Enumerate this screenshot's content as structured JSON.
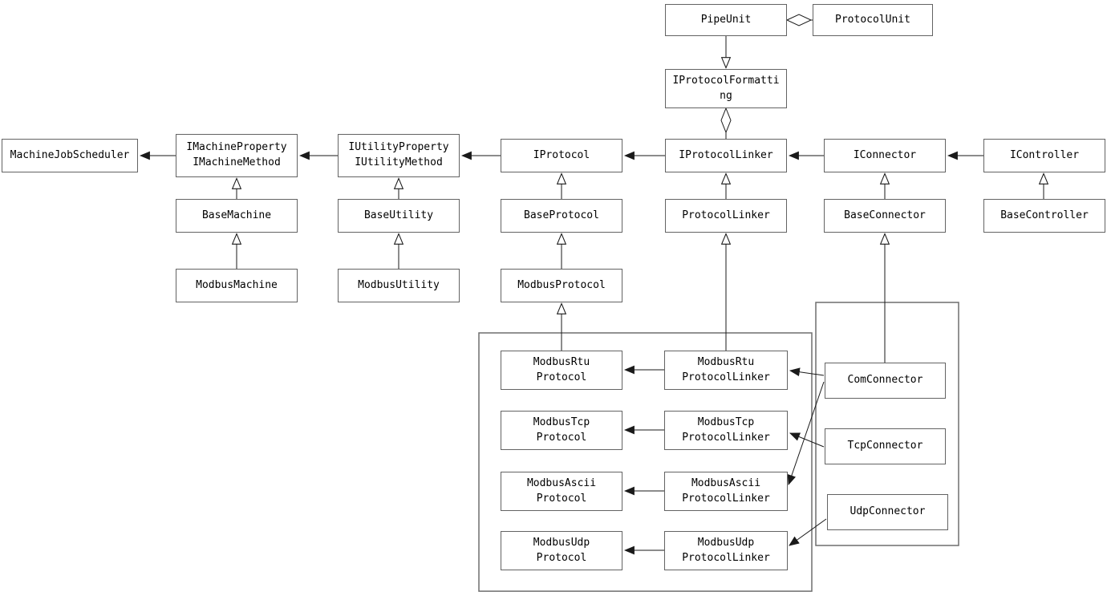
{
  "diagram": {
    "kind": "uml-class-diagram",
    "colors": {
      "background": "#ffffff",
      "box_border": "#636363",
      "line": "#1a1a1a",
      "text": "#000000"
    },
    "nodes": {
      "pipe_unit": {
        "label": "PipeUnit"
      },
      "protocol_unit": {
        "label": "ProtocolUnit"
      },
      "i_protocol_formatting": {
        "label": "IProtocolFormatti\nng"
      },
      "machine_job_scheduler": {
        "label": "MachineJobScheduler"
      },
      "i_machine": {
        "label": "IMachineProperty\nIMachineMethod"
      },
      "i_utility": {
        "label": "IUtilityProperty\nIUtilityMethod"
      },
      "i_protocol": {
        "label": "IProtocol"
      },
      "i_protocol_linker": {
        "label": "IProtocolLinker"
      },
      "i_connector": {
        "label": "IConnector"
      },
      "i_controller": {
        "label": "IController"
      },
      "base_machine": {
        "label": "BaseMachine"
      },
      "base_utility": {
        "label": "BaseUtility"
      },
      "base_protocol": {
        "label": "BaseProtocol"
      },
      "protocol_linker": {
        "label": "ProtocolLinker"
      },
      "base_connector": {
        "label": "BaseConnector"
      },
      "base_controller": {
        "label": "BaseController"
      },
      "modbus_machine": {
        "label": "ModbusMachine"
      },
      "modbus_utility": {
        "label": "ModbusUtility"
      },
      "modbus_protocol": {
        "label": "ModbusProtocol"
      },
      "modbus_rtu_protocol": {
        "label": "ModbusRtu\nProtocol"
      },
      "modbus_rtu_protocol_linker": {
        "label": "ModbusRtu\nProtocolLinker"
      },
      "modbus_tcp_protocol": {
        "label": "ModbusTcp\nProtocol"
      },
      "modbus_tcp_protocol_linker": {
        "label": "ModbusTcp\nProtocolLinker"
      },
      "modbus_ascii_protocol": {
        "label": "ModbusAscii\nProtocol"
      },
      "modbus_ascii_protocol_linker": {
        "label": "ModbusAscii\nProtocolLinker"
      },
      "modbus_udp_protocol": {
        "label": "ModbusUdp\nProtocol"
      },
      "modbus_udp_protocol_linker": {
        "label": "ModbusUdp\nProtocolLinker"
      },
      "com_connector": {
        "label": "ComConnector"
      },
      "tcp_connector": {
        "label": "TcpConnector"
      },
      "udp_connector": {
        "label": "UdpConnector"
      }
    },
    "edges": [
      {
        "from": "pipe_unit",
        "to": "protocol_unit",
        "type": "aggregation",
        "diamond_at": "pipe_unit"
      },
      {
        "from": "pipe_unit",
        "to": "i_protocol_formatting",
        "type": "generalization"
      },
      {
        "from": "i_protocol_formatting",
        "to": "i_protocol_linker",
        "type": "aggregation",
        "diamond_at": "i_protocol_formatting"
      },
      {
        "from": "i_machine",
        "to": "machine_job_scheduler",
        "type": "directed-association"
      },
      {
        "from": "i_utility",
        "to": "i_machine",
        "type": "directed-association"
      },
      {
        "from": "i_protocol",
        "to": "i_utility",
        "type": "directed-association"
      },
      {
        "from": "i_protocol_linker",
        "to": "i_protocol",
        "type": "directed-association"
      },
      {
        "from": "i_connector",
        "to": "i_protocol_linker",
        "type": "directed-association"
      },
      {
        "from": "i_controller",
        "to": "i_connector",
        "type": "directed-association"
      },
      {
        "from": "base_machine",
        "to": "i_machine",
        "type": "generalization"
      },
      {
        "from": "base_utility",
        "to": "i_utility",
        "type": "generalization"
      },
      {
        "from": "base_protocol",
        "to": "i_protocol",
        "type": "generalization"
      },
      {
        "from": "protocol_linker",
        "to": "i_protocol_linker",
        "type": "generalization"
      },
      {
        "from": "base_connector",
        "to": "i_connector",
        "type": "generalization"
      },
      {
        "from": "base_controller",
        "to": "i_controller",
        "type": "generalization"
      },
      {
        "from": "modbus_machine",
        "to": "base_machine",
        "type": "generalization"
      },
      {
        "from": "modbus_utility",
        "to": "base_utility",
        "type": "generalization"
      },
      {
        "from": "modbus_protocol",
        "to": "base_protocol",
        "type": "generalization"
      },
      {
        "from": "modbus_rtu_protocol",
        "to": "modbus_protocol",
        "type": "generalization"
      },
      {
        "from": "modbus_rtu_protocol_linker",
        "to": "protocol_linker",
        "type": "generalization"
      },
      {
        "from": "com_connector",
        "to": "base_connector",
        "type": "generalization"
      },
      {
        "from": "modbus_rtu_protocol_linker",
        "to": "modbus_rtu_protocol",
        "type": "directed-association"
      },
      {
        "from": "modbus_tcp_protocol_linker",
        "to": "modbus_tcp_protocol",
        "type": "directed-association"
      },
      {
        "from": "modbus_ascii_protocol_linker",
        "to": "modbus_ascii_protocol",
        "type": "directed-association"
      },
      {
        "from": "modbus_udp_protocol_linker",
        "to": "modbus_udp_protocol",
        "type": "directed-association"
      },
      {
        "from": "com_connector",
        "to": "modbus_rtu_protocol_linker",
        "type": "directed-association"
      },
      {
        "from": "com_connector",
        "to": "modbus_ascii_protocol_linker",
        "type": "directed-association"
      },
      {
        "from": "tcp_connector",
        "to": "modbus_tcp_protocol_linker",
        "type": "directed-association"
      },
      {
        "from": "udp_connector",
        "to": "modbus_udp_protocol_linker",
        "type": "directed-association"
      }
    ],
    "groups": [
      {
        "name": "modbus-protocol-group",
        "contains": "Modbus*Protocol / Modbus*ProtocolLinker pairs"
      },
      {
        "name": "connector-group",
        "contains": "ComConnector, TcpConnector, UdpConnector"
      }
    ]
  }
}
